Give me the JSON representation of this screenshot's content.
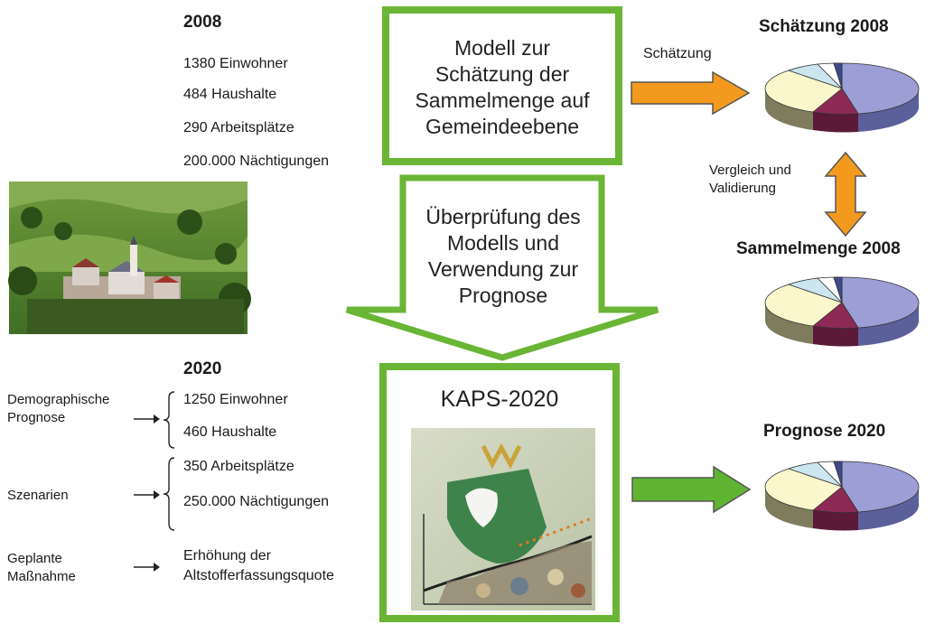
{
  "year2008": {
    "heading": "2008",
    "lines": [
      "1380 Einwohner",
      "484 Haushalte",
      "290 Arbeitsplätze",
      "200.000 Nächtigungen"
    ]
  },
  "model_box": {
    "lines": [
      "Modell zur",
      "Schätzung der",
      "Sammelmenge auf",
      "Gemeindeebene"
    ]
  },
  "arrow_estimate_label": "Schätzung",
  "pie_estimate": {
    "title": "Schätzung 2008"
  },
  "compare_label": [
    "Vergleich und",
    "Validierung"
  ],
  "pie_collected": {
    "title": "Sammelmenge 2008"
  },
  "down_arrow_text": [
    "Überprüfung des",
    "Modells und",
    "Verwendung zur",
    "Prognose"
  ],
  "year2020": {
    "heading": "2020",
    "groups": [
      {
        "label": [
          "Demographische",
          "Prognose"
        ],
        "items": [
          "1250 Einwohner",
          "460 Haushalte"
        ]
      },
      {
        "label": [
          "Szenarien"
        ],
        "items": [
          "350 Arbeitsplätze",
          "250.000 Nächtigungen"
        ]
      },
      {
        "label": [
          "Geplante",
          "Maßnahme"
        ],
        "items": [
          "Erhöhung der",
          "Altstofferfassungsquote"
        ]
      }
    ]
  },
  "kaps_box": {
    "title": "KAPS-2020"
  },
  "pie_forecast": {
    "title": "Prognose 2020"
  },
  "colors": {
    "green": "#6ab535",
    "orange": "#f39a1e",
    "pie_blue": "#9b9fd6",
    "pie_maroon": "#8c2a55",
    "pie_yellow": "#fbf7cc",
    "pie_olive": "#b6b28b",
    "pie_lightblue": "#cbe6ef"
  }
}
